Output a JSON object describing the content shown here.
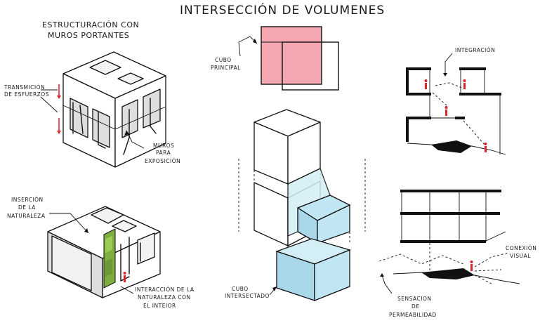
{
  "title": "INTERSECCIÓN DE VOLUMENES",
  "panels": {
    "estructuracion": {
      "heading_line1": "ESTRUCTURACIÓN CON",
      "heading_line2": "MUROS PORTANTES",
      "label_transmision_1": "TRANSMICIÓN",
      "label_transmision_2": "DE ESFUERZOS",
      "label_muros_1": "MUROS",
      "label_muros_2": "PARA",
      "label_muros_3": "EXPOSICIÓN"
    },
    "naturaleza": {
      "label_insercion_1": "INSERCIÓN",
      "label_insercion_2": "DE LA",
      "label_insercion_3": "NATURALEZA",
      "label_interaccion_1": "INTERACCIÓN DE LA",
      "label_interaccion_2": "NATURALEZA CON",
      "label_interaccion_3": "EL INTEIOR"
    },
    "cubos": {
      "label_principal_1": "CUBO",
      "label_principal_2": "PRINCIPAL",
      "label_intersectado_1": "CUBO",
      "label_intersectado_2": "INTERSECTADO"
    },
    "seccion_superior": {
      "label_integracion": "INTEGRACIÓN"
    },
    "seccion_inferior": {
      "label_conexion_1": "CONEXIÓN",
      "label_conexion_2": "VISUAL",
      "label_sensacion_1": "SENSACION",
      "label_sensacion_2": "DE",
      "label_sensacion_3": "PERMEABILIDAD"
    }
  },
  "colors": {
    "cubo_principal": "#f4a7b1",
    "cubo_intersectado": "#bfe6f2",
    "vegetacion": "#7fae3f",
    "figura_humana": "#d9262b",
    "linea": "#111111"
  }
}
